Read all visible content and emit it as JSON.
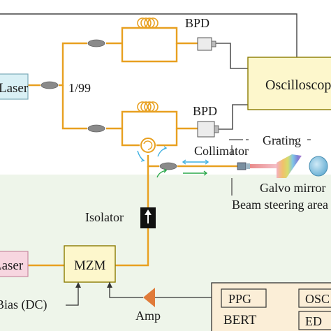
{
  "diagram": {
    "labels": {
      "laser_top": "Laser",
      "split_ratio": "1/99",
      "bpd_top": "BPD",
      "bpd_bottom": "BPD",
      "oscilloscope": "Oscilloscope",
      "collimator": "Collimator",
      "grating": "Grating",
      "galvo": "Galvo mirror",
      "beam_steering": "Beam steering area",
      "isolator": "Isolator",
      "laser_bottom": "Laser",
      "mzm": "MZM",
      "bias": "Bias (DC)",
      "amp": "Amp",
      "ppg": "PPG",
      "bert": "BERT",
      "osc_short": "OSC",
      "ed": "ED"
    },
    "colors": {
      "fiber": "#e8a020",
      "laser_fill": "#d9f0f5",
      "laser_pink": "#f7d6e0",
      "box_fill": "#fdf7cc",
      "box_stroke": "#8a7a00",
      "instrument_fill": "#fbeed7",
      "coupler": "#8a8a8a",
      "amp": "#e07b39",
      "cyan_arrow": "#3fb0e0",
      "green_arrow": "#2aa84a",
      "lower_bg": "#eef5ea",
      "beam": "#e98a8a"
    },
    "icons": [
      "coupler-icon",
      "fiber-coil-icon",
      "circulator-icon",
      "isolator-icon",
      "bpd-icon",
      "collimator-icon",
      "grating-icon",
      "galvo-mirror-icon",
      "amplifier-icon"
    ]
  }
}
